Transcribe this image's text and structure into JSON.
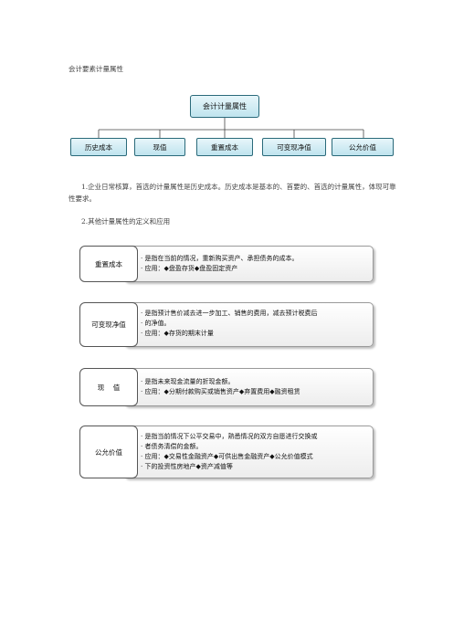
{
  "title": "会计要素计量属性",
  "diagram": {
    "root": "会计计量属性",
    "children": [
      "历史成本",
      "现值",
      "重置成本",
      "可变现净值",
      "公允价值"
    ]
  },
  "paragraphs": [
    "1.企业日常核算，首选的计量属性是历史成本。历史成本是基本的、首要的、首选的计量属性，体现可靠性要求。",
    "2.其他计量属性的定义和应用"
  ],
  "cards": [
    {
      "label": "重置成本",
      "lines": [
        "· 是指在当前的情况，重新购买资产、承担债务的成本。",
        "· 应用：◆盘盈存货◆盘盈固定资产"
      ]
    },
    {
      "label": "可变现净值",
      "lines": [
        "· 是指预计售价减去进一步加工、销售的费用，减去预计税费后",
        "· 的净值。",
        "· 应用：◆存货的期末计量"
      ]
    },
    {
      "label": "现    值",
      "lines": [
        "· 是指未来现金流量的折现金额。",
        "· 应用：◆分期付款购买或销售资产◆弃置费用◆融资租赁"
      ]
    },
    {
      "label": "公允价值",
      "lines": [
        "· 是指当前情况下公平交易中，熟悉情况的双方自愿进行交换或",
        "· 者债务清偿的金额。",
        "· 应用：◆交易性金融资产◆可供出售金融资产◆公允价值模式",
        "· 下的投资性房地产◆资产减值等"
      ]
    }
  ]
}
